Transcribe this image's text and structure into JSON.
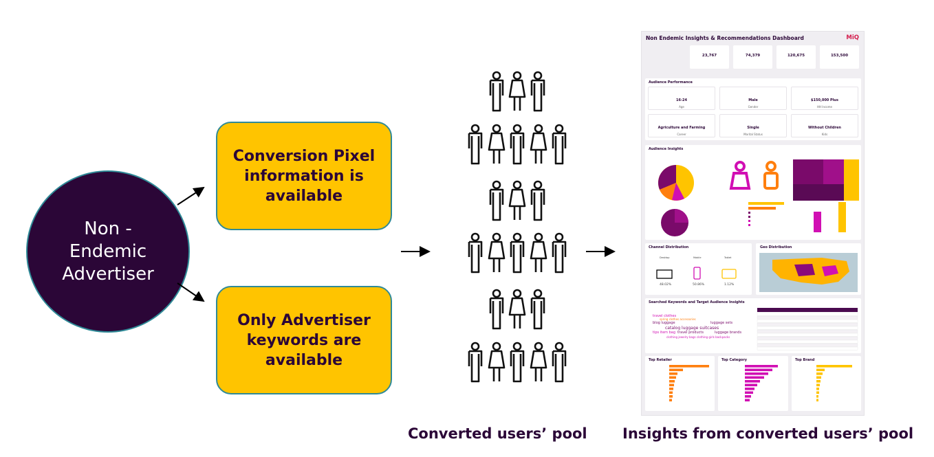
{
  "advertiser": {
    "label": "Non -\nEndemic\nAdvertiser"
  },
  "options": [
    {
      "text": "Conversion Pixel\ninformation is\navailable"
    },
    {
      "text": "Only Advertiser\nkeywords are\navailable"
    }
  ],
  "captions": {
    "pool": "Converted users’ pool",
    "insights": "Insights from converted users’ pool"
  },
  "dashboard": {
    "title": "Non Endemic Insights & Recommendations Dashboard",
    "logo": "MiQ",
    "stats": [
      "23,767",
      "74,379",
      "120,675",
      "153,500"
    ],
    "audience_section": "Audience Performance",
    "audience_tiles": [
      {
        "value": "16-24",
        "label": "Age"
      },
      {
        "value": "Male",
        "label": "Gender"
      },
      {
        "value": "$150,000 Plus",
        "label": "HH Income"
      },
      {
        "value": "Agriculture and Farming",
        "label": "Career"
      },
      {
        "value": "Single",
        "label": "Marital Status"
      },
      {
        "value": "Without Children",
        "label": "Kids"
      }
    ],
    "insights_section": "Audience Insights",
    "channel_section": "Channel Distribution",
    "channels": [
      {
        "name": "Desktop",
        "pct": "48.02%"
      },
      {
        "name": "Mobile",
        "pct": "50.86%"
      },
      {
        "name": "Tablet",
        "pct": "1.12%"
      }
    ],
    "geo_section": "Geo Distribution",
    "keywords_section": "Searched Keywords and Target Audience Insights",
    "keywords": [
      "travel clothes",
      "spring clothes accessories",
      "blog luggage",
      "luggage sets",
      "catalog luggage suitcases",
      "tips item bag",
      "travel products",
      "luggage brands",
      "clothing jewelry bags",
      "clothing girls backpacks"
    ],
    "bottom_sections": [
      "Top Retailer",
      "Top Category",
      "Top Brand"
    ]
  },
  "colors": {
    "circle": "#2b0637",
    "box": "#ffc400",
    "border": "#2f8a97",
    "purple": "#7a0a6a",
    "magenta": "#d10fb3",
    "orange": "#ff7f0e",
    "gold": "#ffc400"
  }
}
